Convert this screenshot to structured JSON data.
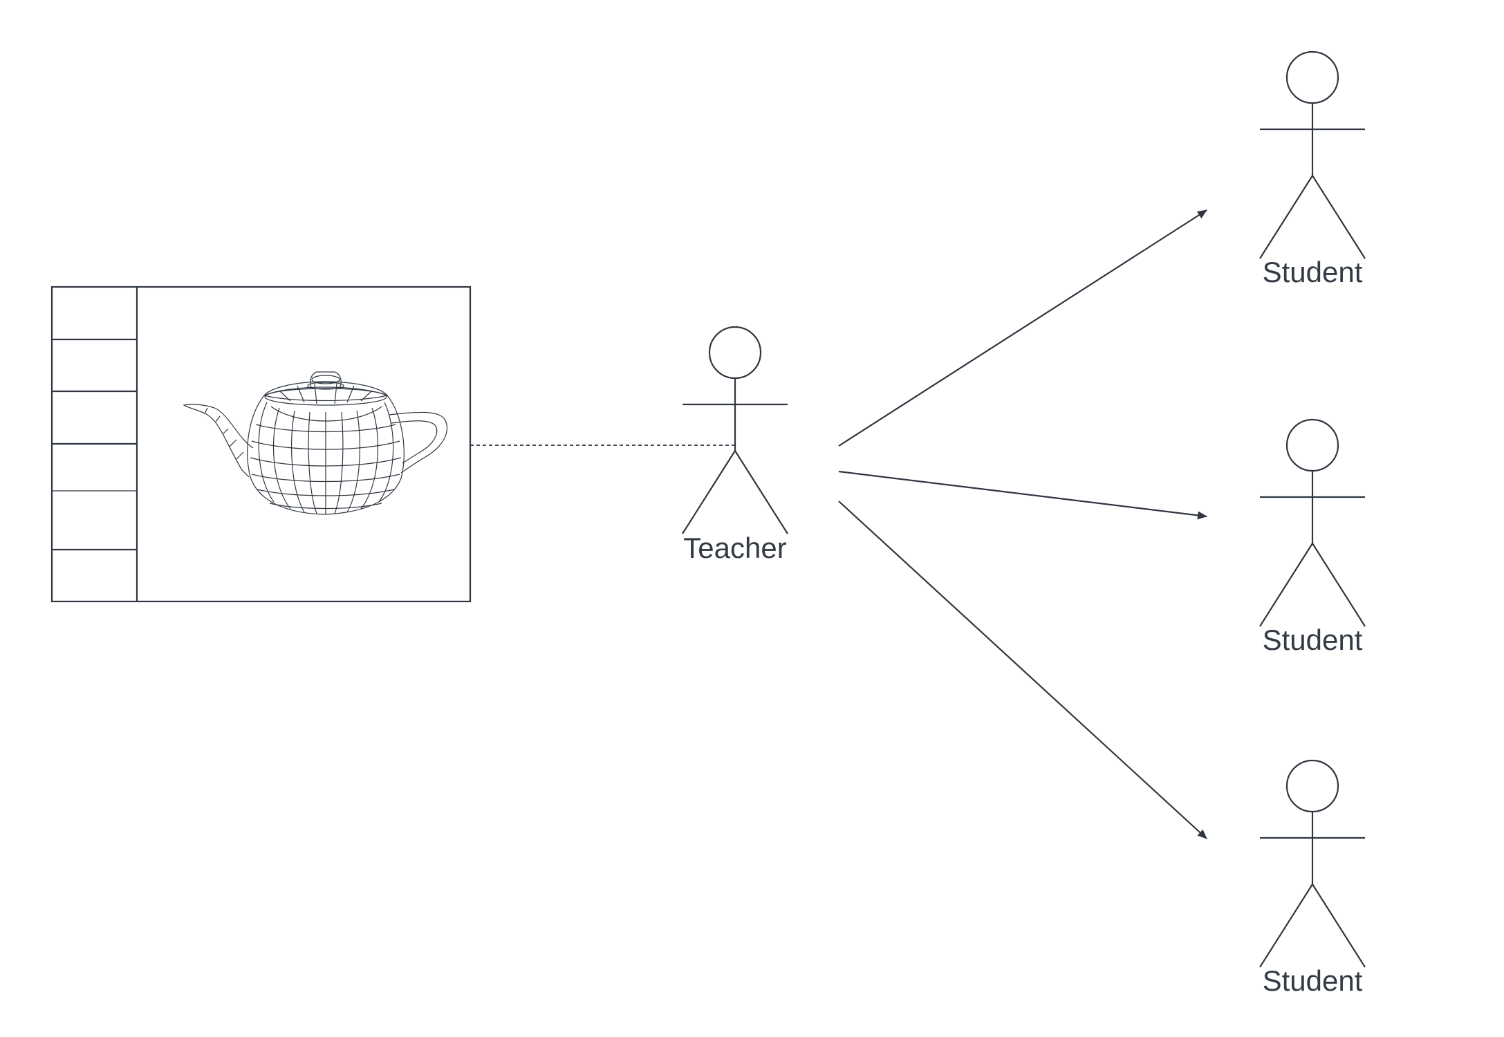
{
  "actors": {
    "teacher": {
      "label": "Teacher"
    },
    "students": [
      {
        "label": "Student"
      },
      {
        "label": "Student"
      },
      {
        "label": "Student"
      }
    ]
  },
  "viewer_panel": {
    "image": "teapot-wireframe",
    "sidebar_slots": 6
  },
  "connectors": [
    {
      "from": "viewer_panel",
      "to": "teacher",
      "style": "dashed"
    },
    {
      "from": "teacher",
      "to": "student-1",
      "style": "arrow"
    },
    {
      "from": "teacher",
      "to": "student-2",
      "style": "arrow"
    },
    {
      "from": "teacher",
      "to": "student-3",
      "style": "arrow"
    }
  ],
  "colors": {
    "stroke": "#2f3640",
    "text": "#343b45",
    "background": "#ffffff"
  }
}
